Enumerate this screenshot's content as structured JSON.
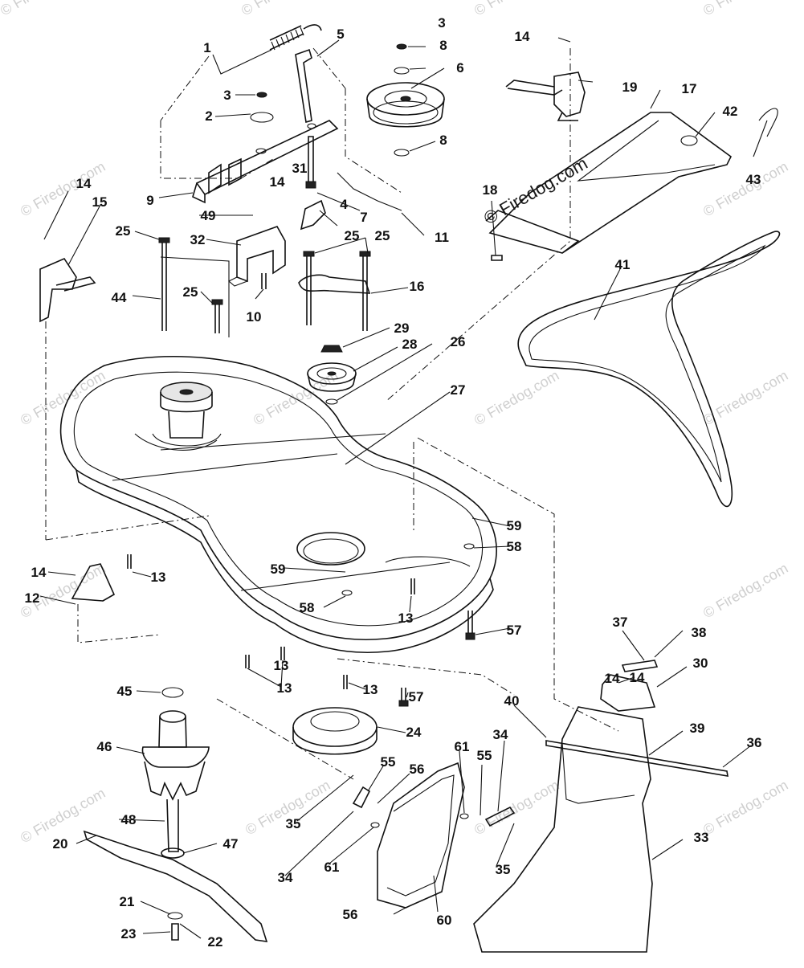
{
  "callouts": [
    "1",
    "2",
    "3",
    "3",
    "4",
    "5",
    "6",
    "7",
    "8",
    "8",
    "9",
    "10",
    "11",
    "12",
    "13",
    "13",
    "13",
    "13",
    "13",
    "14",
    "14",
    "14",
    "14",
    "14",
    "14",
    "15",
    "16",
    "17",
    "18",
    "19",
    "20",
    "21",
    "22",
    "23",
    "24",
    "25",
    "25",
    "25",
    "25",
    "26",
    "27",
    "28",
    "29",
    "30",
    "31",
    "32",
    "33",
    "34",
    "34",
    "35",
    "35",
    "36",
    "37",
    "38",
    "39",
    "40",
    "41",
    "42",
    "43",
    "44",
    "45",
    "46",
    "47",
    "48",
    "49",
    "55",
    "55",
    "56",
    "56",
    "57",
    "57",
    "58",
    "58",
    "59",
    "59",
    "60",
    "61",
    "61"
  ],
  "watermark": {
    "text": "© Firedog.com",
    "prominent": "© Firedog.com"
  }
}
